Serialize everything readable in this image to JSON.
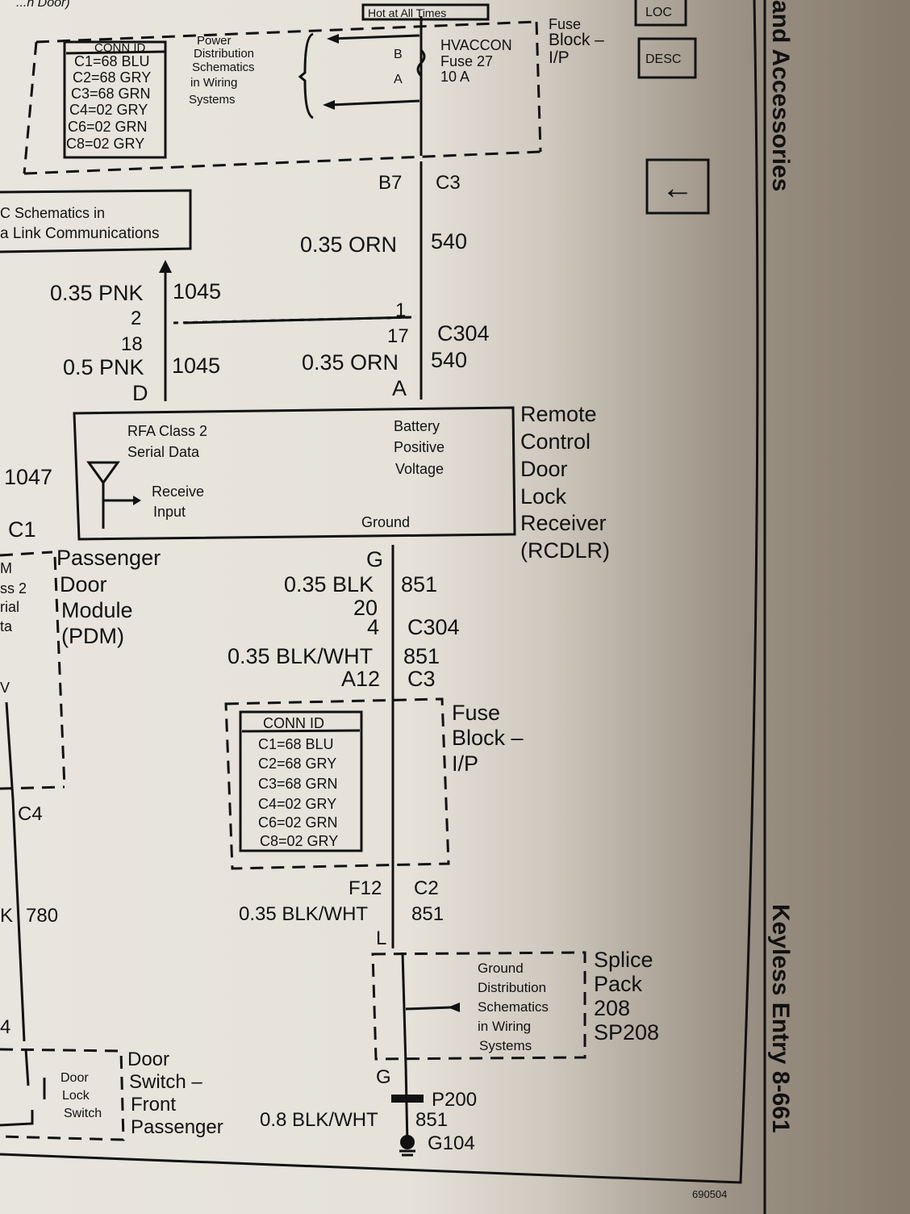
{
  "header_fragment": "...h Door)",
  "hot_label": "Hot at All Times",
  "fuse_block_top": {
    "name": [
      "Fuse",
      "Block –",
      "I/P"
    ],
    "fuse": [
      "HVACCON",
      "Fuse 27",
      "10 A"
    ],
    "pin_b": "B",
    "pin_a": "A"
  },
  "conn_id": {
    "title": "CONN ID",
    "rows": [
      "C1=68 BLU",
      "C2=68 GRY",
      "C3=68 GRN",
      "C4=02 GRY",
      "C6=02 GRN",
      "C8=02 GRY"
    ]
  },
  "power_dist": [
    "Power",
    "Distribution",
    "Schematics",
    "in Wiring",
    "Systems"
  ],
  "nav": {
    "loc": "LOC",
    "desc": "DESC",
    "back": "←"
  },
  "data_link_box": [
    "C Schematics in",
    "a Link Communications"
  ],
  "wires": {
    "b7": "B7",
    "c3": "C3",
    "orn1": "0.35 ORN",
    "c540a": "540",
    "pnk1": "0.35 PNK",
    "c1045a": "1045",
    "pin2": "2",
    "pin1": "1",
    "pin18": "18",
    "pin17": "17",
    "c304a": "C304",
    "pnk2": "0.5 PNK",
    "c1045b": "1045",
    "orn2": "0.35 ORN",
    "c540b": "540",
    "pinD": "D",
    "pinA": "A",
    "pinG": "G",
    "blk": "0.35 BLK",
    "c851a": "851",
    "pin20": "20",
    "pin4": "4",
    "c304b": "C304",
    "blkwht1": "0.35 BLK/WHT",
    "c851b": "851",
    "a12": "A12",
    "c3b": "C3",
    "f12": "F12",
    "c2": "C2",
    "blkwht2": "0.35 BLK/WHT",
    "c851c": "851",
    "pinL": "L",
    "pinG2": "G",
    "p200": "P200",
    "blkwht3": "0.8 BLK/WHT",
    "c851d": "851",
    "g104": "G104",
    "c1047": "1047",
    "c1": "C1",
    "c4": "C4",
    "c780": "780",
    "k": "K",
    "pin4b": "4"
  },
  "rcdlr": {
    "name": [
      "Remote",
      "Control",
      "Door",
      "Lock",
      "Receiver",
      "(RCDLR)"
    ],
    "rfa": [
      "RFA Class 2",
      "Serial Data"
    ],
    "receive": [
      "Receive",
      "Input"
    ],
    "battery": [
      "Battery",
      "Positive",
      "Voltage"
    ],
    "ground": "Ground"
  },
  "pdm": {
    "name": [
      "Passenger",
      "Door",
      "Module",
      "(PDM)"
    ],
    "frag": [
      "M",
      "ss 2",
      "rial",
      "ta"
    ]
  },
  "fuse_block_mid": {
    "name": [
      "Fuse",
      "Block –",
      "I/P"
    ]
  },
  "conn_id_2": {
    "title": "CONN ID",
    "rows": [
      "C1=68 BLU",
      "C2=68 GRY",
      "C3=68 GRN",
      "C4=02 GRY",
      "C6=02 GRN",
      "C8=02 GRY"
    ]
  },
  "splice": {
    "name": [
      "Splice",
      "Pack",
      "208",
      "SP208"
    ],
    "text": [
      "Ground",
      "Distribution",
      "Schematics",
      "in Wiring",
      "Systems"
    ]
  },
  "door_switch": {
    "name": [
      "Door",
      "Switch –",
      "Front",
      "Passenger"
    ],
    "inner": [
      "Door",
      "Lock",
      "Switch"
    ]
  },
  "fig_number": "690504",
  "side_top": "and Accessories",
  "side_bottom": "Keyless Entry   8-661",
  "v_frag": "V"
}
